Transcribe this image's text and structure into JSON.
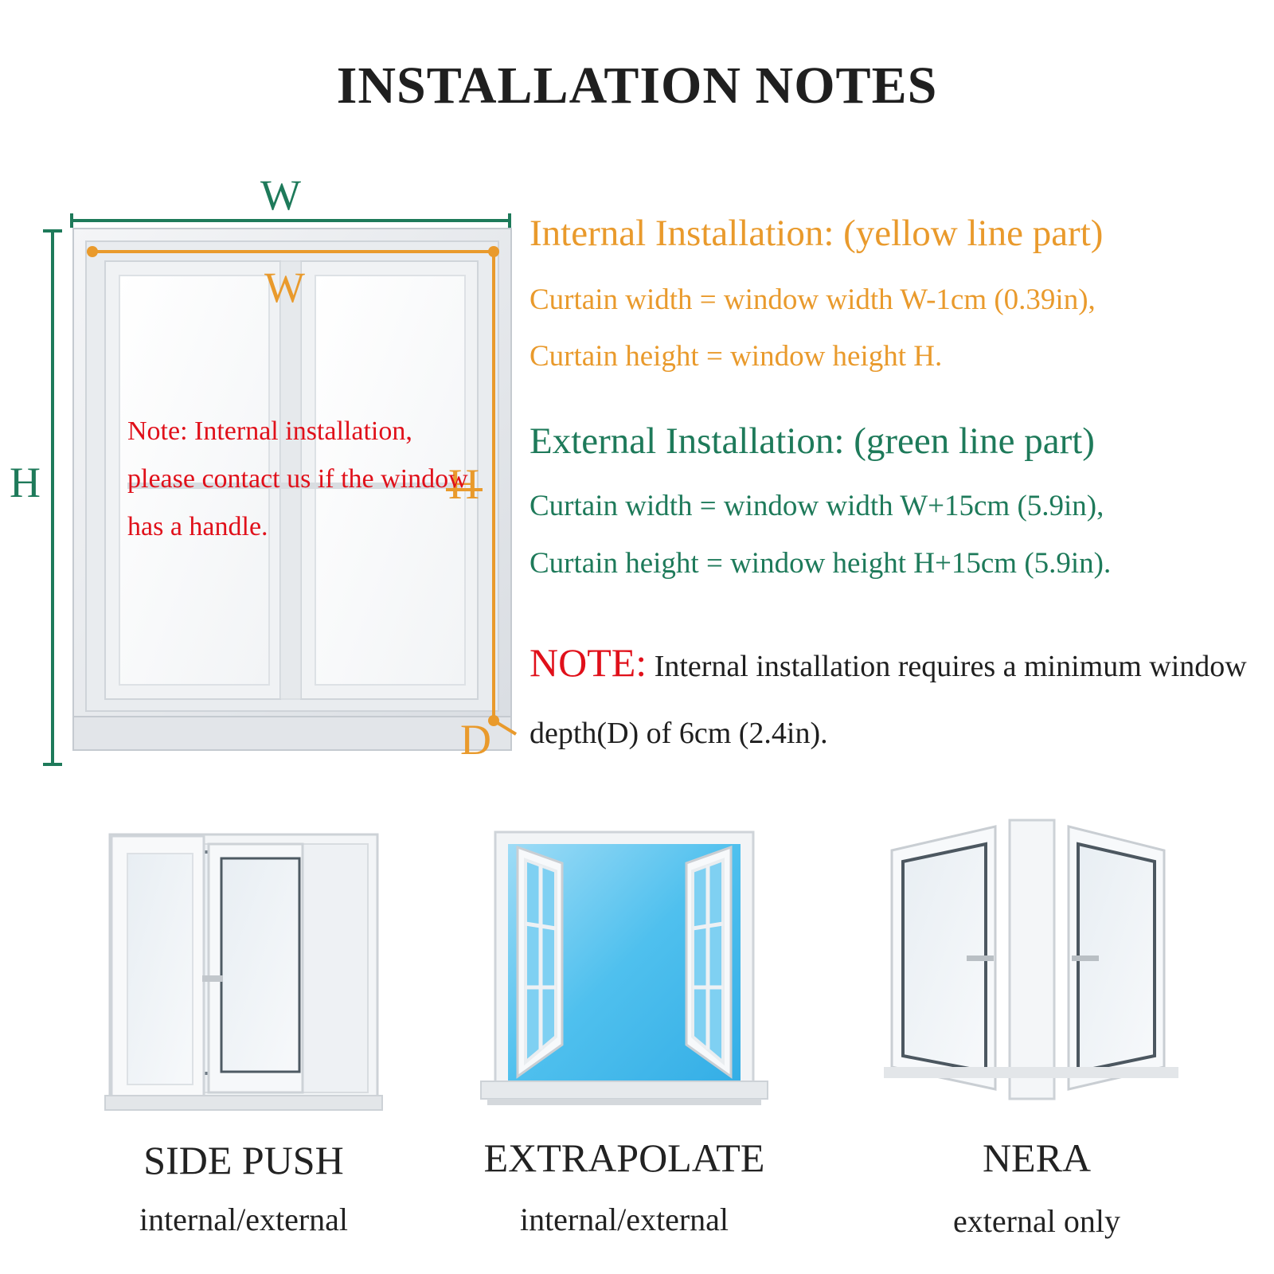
{
  "title": "INSTALLATION NOTES",
  "colors": {
    "internal": "#e99a2c",
    "external": "#1e7a5a",
    "note_red": "#e0101a",
    "text_dark": "#1f1f1f"
  },
  "diagram": {
    "outer_width_label": "W",
    "outer_height_label": "H",
    "inner_width_label": "W",
    "inner_height_label": "H",
    "depth_label": "D",
    "note": "Note: Internal installation, please contact us if the window has a handle."
  },
  "internal": {
    "heading": "Internal Installation: (yellow line part)",
    "width_rule": "Curtain width = window width W-1cm (0.39in),",
    "height_rule": "Curtain height = window height H."
  },
  "external": {
    "heading": "External Installation: (green line part)",
    "width_rule": "Curtain width = window width W+15cm (5.9in),",
    "height_rule": "Curtain height = window height H+15cm (5.9in)."
  },
  "note": {
    "label": "NOTE:",
    "text": " Internal installation requires a minimum window depth(D) of 6cm (2.4in)."
  },
  "window_types": [
    {
      "name": "SIDE PUSH",
      "compat": "internal/external",
      "icon": "sliding-window-icon"
    },
    {
      "name": "EXTRAPOLATE",
      "compat": "internal/external",
      "icon": "casement-window-icon"
    },
    {
      "name": "NERA",
      "compat": "external only",
      "icon": "french-window-icon"
    }
  ]
}
